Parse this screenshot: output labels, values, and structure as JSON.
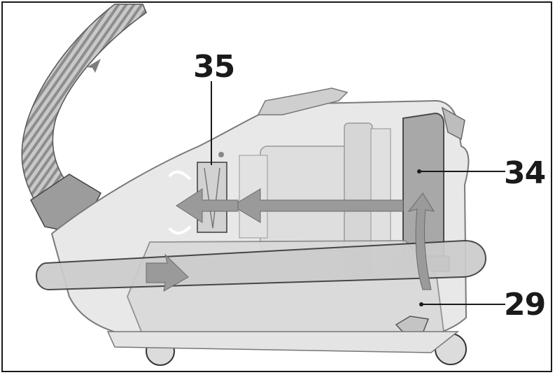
{
  "callouts": {
    "filter_label": "35",
    "tube_label": "34",
    "tank_label": "29"
  },
  "colors": {
    "body_fill": "#e6e6e6",
    "body_stroke": "#7a7a7a",
    "arrow_fill": "#9a9a9a",
    "hose_fill": "#bdbdbd",
    "outline": "#1a1a1a"
  }
}
